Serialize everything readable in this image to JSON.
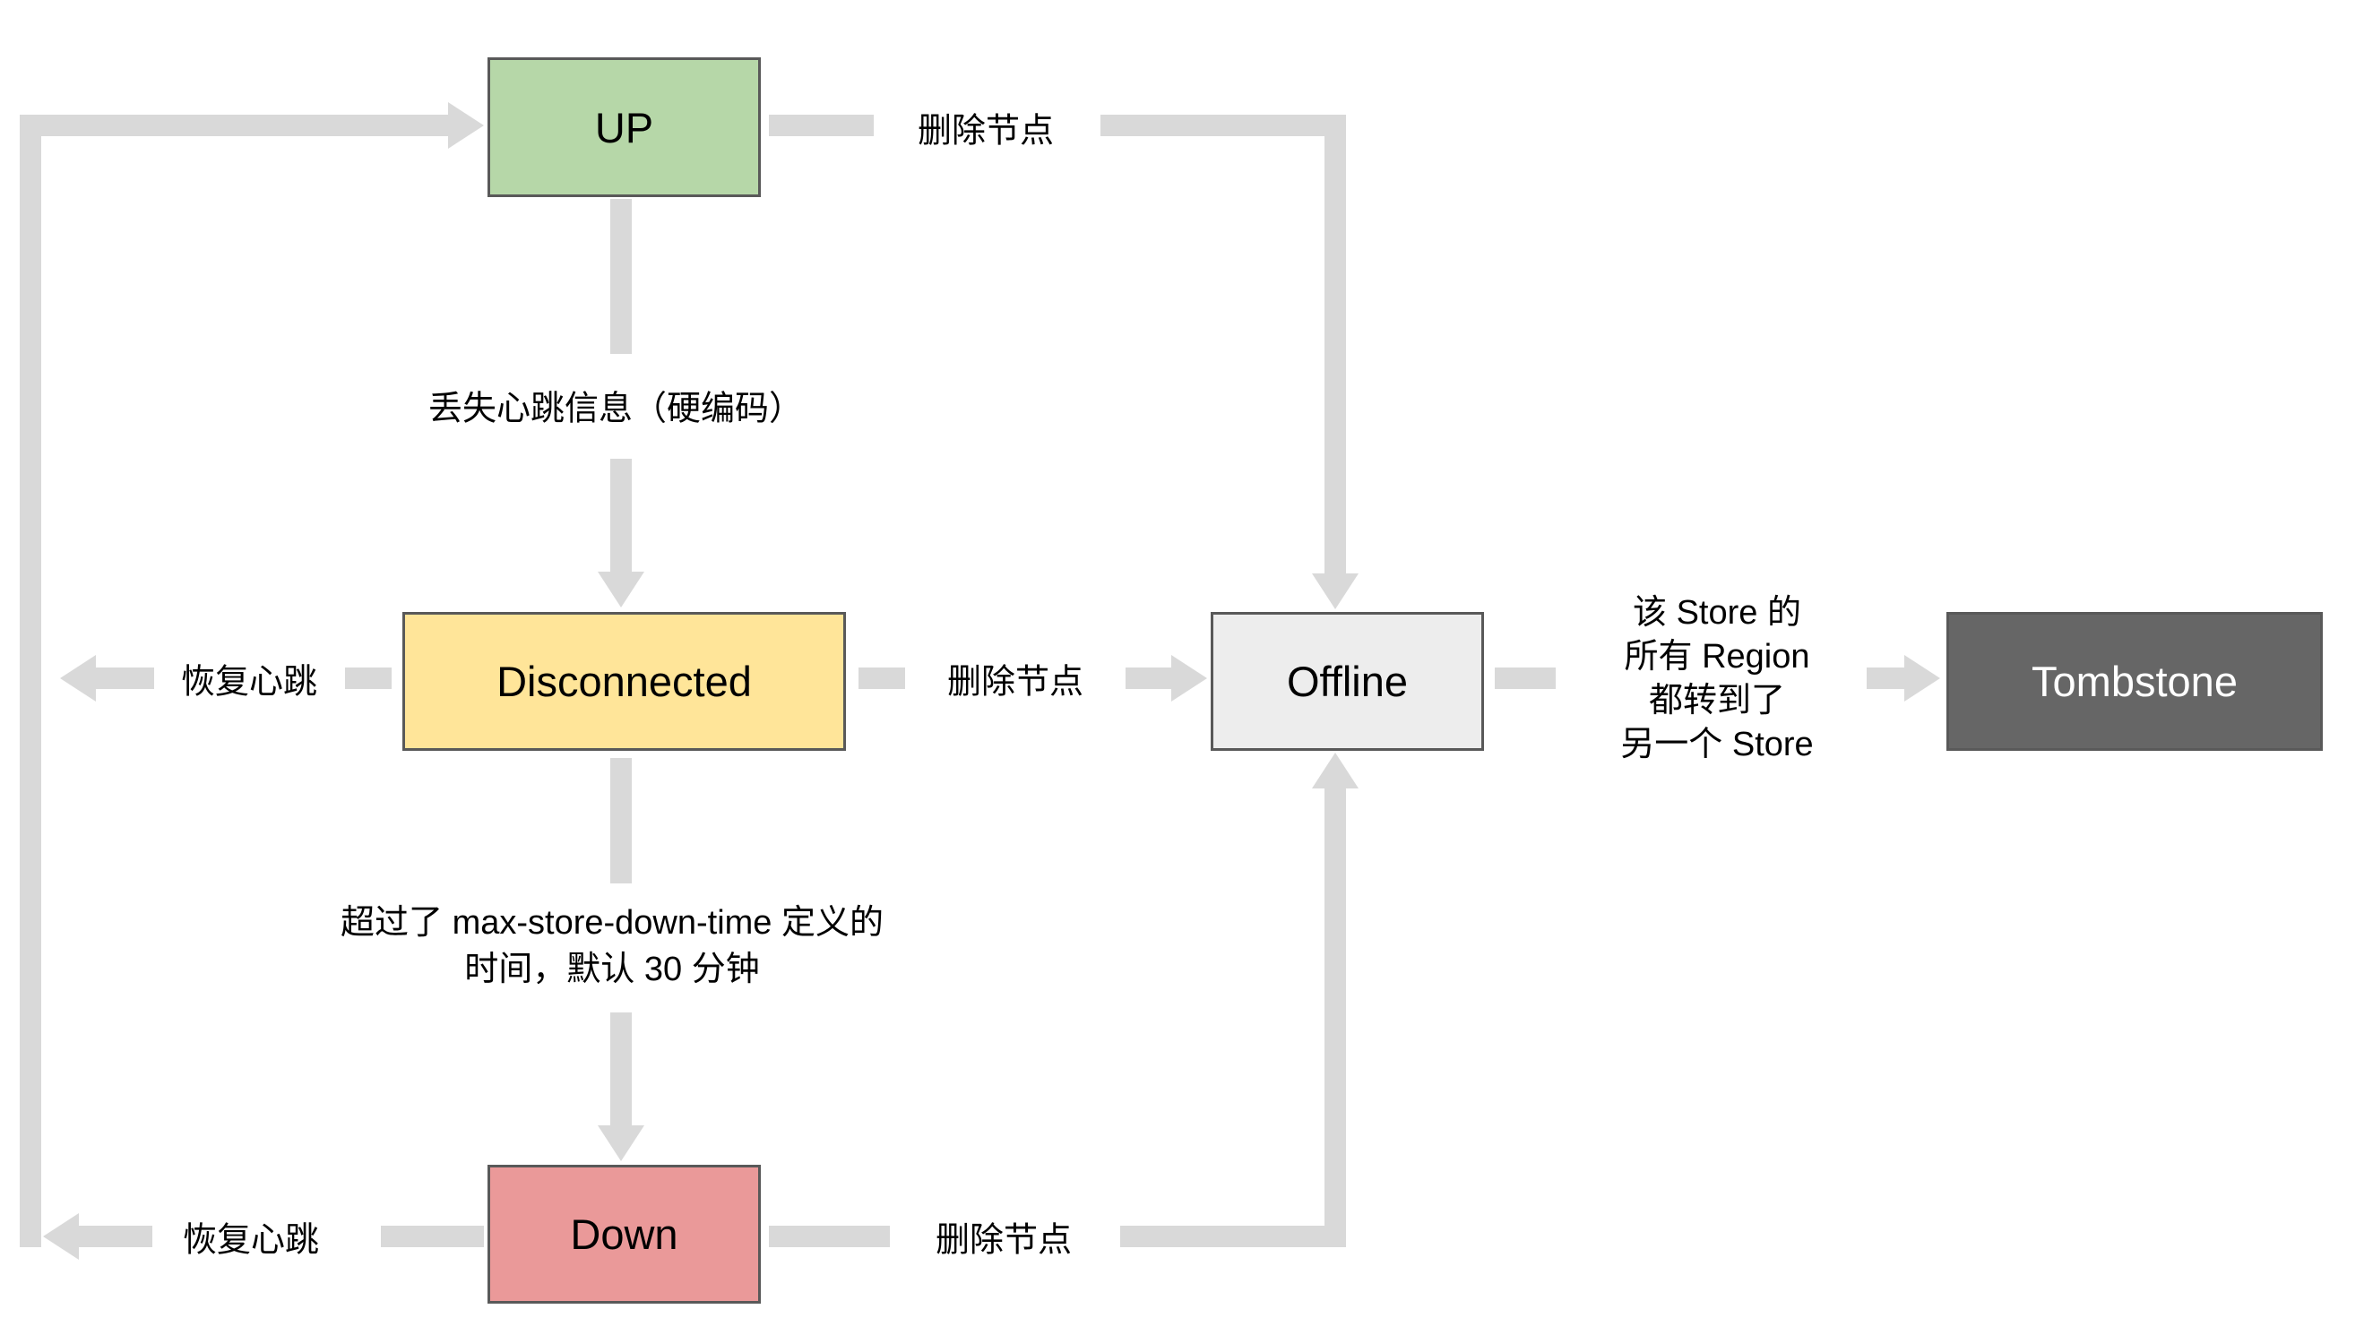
{
  "nodes": {
    "up": {
      "label": "UP",
      "color": "#b6d7a8"
    },
    "disconnected": {
      "label": "Disconnected",
      "color": "#ffe599"
    },
    "offline": {
      "label": "Offline",
      "color": "#ededed"
    },
    "tombstone": {
      "label": "Tombstone",
      "color": "#666666"
    },
    "down": {
      "label": "Down",
      "color": "#ea9999"
    }
  },
  "labels": {
    "up_to_offline": "删除节点",
    "up_to_disconnected": "丢失心跳信息（硬编码）",
    "disconnected_recover": "恢复心跳",
    "disconnected_to_offline": "删除节点",
    "disconnected_to_down": [
      "超过了 max-store-down-time  定义的",
      "时间，默认 30 分钟"
    ],
    "offline_to_tombstone": [
      "该 Store 的",
      "所有 Region",
      "都转到了",
      "另一个 Store"
    ],
    "down_recover": "恢复心跳",
    "down_to_offline": "删除节点"
  },
  "colors": {
    "arrow": "#d9d9d9",
    "node_border": "#595959",
    "text": "#000000",
    "tombstone_text": "#ffffff",
    "background": "#ffffff"
  }
}
